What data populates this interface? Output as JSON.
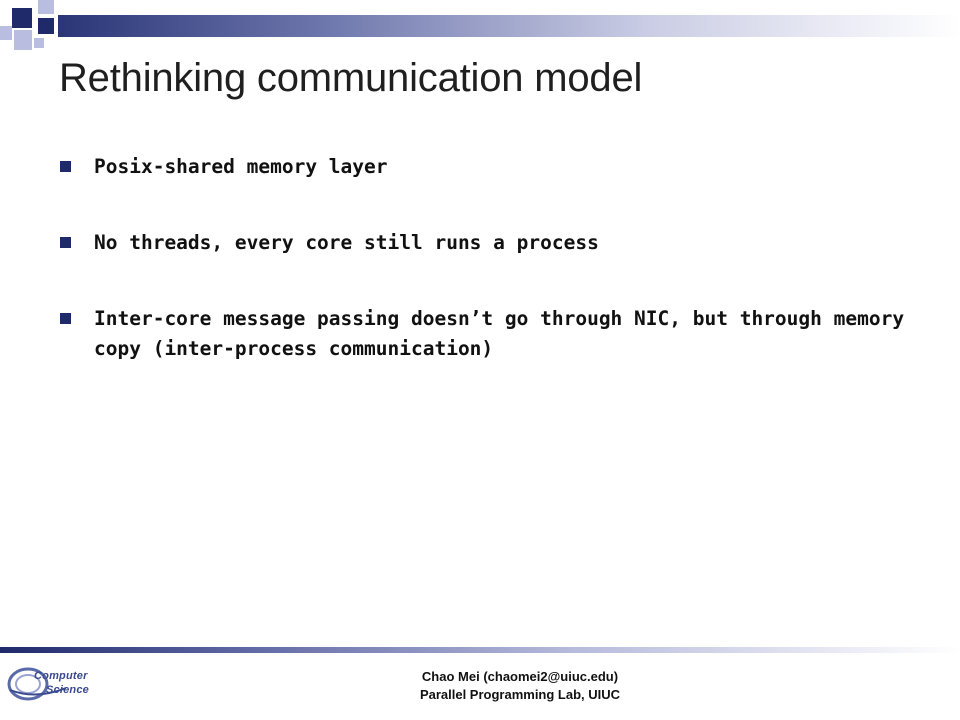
{
  "slide": {
    "title": "Rethinking communication model",
    "bullets": [
      {
        "text": "Posix-shared memory layer"
      },
      {
        "text": "No threads, every core still runs a process"
      },
      {
        "text": "Inter-core message passing doesn’t go through NIC, but through memory copy (inter-process communication)"
      }
    ]
  },
  "footer": {
    "author": "Chao Mei (chaomei2@uiuc.edu)",
    "lab": "Parallel Programming Lab, UIUC",
    "logo_line1": "Computer",
    "logo_line2": "Science"
  },
  "colors": {
    "accent": "#1f2a6b",
    "accent_light": "#b9bde0",
    "text": "#111111"
  },
  "icons": {
    "bullet": "square-bullet-icon",
    "logo": "computer-science-logo-icon"
  }
}
